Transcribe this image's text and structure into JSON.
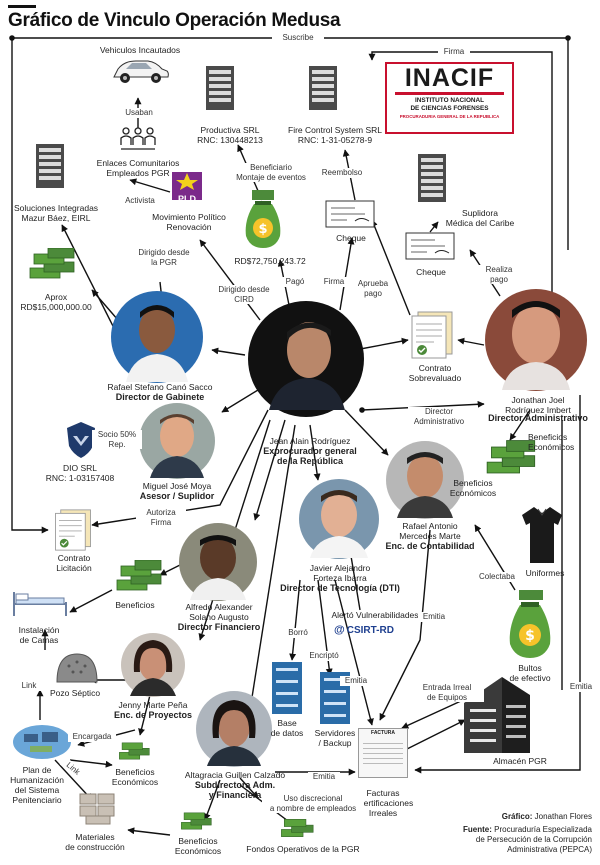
{
  "title": "Gráfico de Vinculo Operación Medusa",
  "edge_labels": {
    "suscribe": "Suscribe",
    "firma_top": "Firma",
    "usaban": "Usaban",
    "beneficiario": "Beneficiario\nMontaje de eventos",
    "reembolso": "Reembolso",
    "activista": "Activista",
    "dirigido_pgr": "Dirigido desde\nla PGR",
    "dirigido_cird": "Dirigido desde\nCIRD",
    "pago": "Pagó",
    "firma_mid": "Firma",
    "aprueba_pago": "Aprueba\npago",
    "realiza_pago": "Realiza\npago",
    "director_admin": "Director\nAdministrativo",
    "socio": "Socio 50%\nRep.",
    "autoriza_firma": "Autoriza\nFirma",
    "colectaba": "Colectaba",
    "emitia_right": "Emitia",
    "emitia_far": "Emitia",
    "emitia_mid": "Emitia",
    "emitia_bottom": "Emitia",
    "borro": "Borró",
    "encripto": "Encriptó",
    "entrada_irreal": "Entrada Irreal\nde Equipos",
    "link_top": "Link",
    "link_bottom": "Link",
    "encargada": "Encargada",
    "uso_discrecional": "Uso discrecional\na nombre de empleados"
  },
  "nodes": {
    "vehiculos": "Vehiculos Incautados",
    "enlaces": "Enlaces Comunitarios\nEmpleados PGR",
    "productiva": "Productiva SRL\nRNC: 130448213",
    "firecontrol": "Fire Control System SRL\nRNC: 1-31-05278-9",
    "inacif_brand": "INACIF",
    "inacif_line1": "INSTITUTO NACIONAL",
    "inacif_line2": "DE CIENCIAS FORENSES",
    "inacif_line3": "PROCURADURIA GENERAL DE LA REPUBLICA",
    "soluciones": "Soluciones Integradas\nMazur Báez, EIRL",
    "pld_logo": "PLD",
    "movimiento": "Movimiento Político\nRenovación",
    "monto": "RD$72,750,243.72",
    "cheque1": "Cheque",
    "suplidora": "Suplidora\nMédica del Caribe",
    "cheque2": "Cheque",
    "aprox": "Aprox\nRD$15,000,000.00",
    "rafael_name": "Rafael Stefano Canó Sacco",
    "rafael_role": "Director de Gabinete",
    "contrato_sobre": "Contrato\nSobrevaluado",
    "jonathan_name": "Jonathan Joel\nRodríguez Imbert",
    "jonathan_role": "Director Administrativo",
    "beneficios_right": "Beneficios\nEconómicos",
    "jean_name": "Jean Alain Rodríguez",
    "jean_role": "Exprocurador general\nde la República",
    "dio_srl": "DIO SRL\nRNC: 1-03157408",
    "miguel_name": "Miguel José Moya",
    "miguel_role": "Asesor / Suplidor",
    "rafael2_name": "Rafael Antonio\nMercedes Marte",
    "rafael2_role": "Enc. de Contabilidad",
    "beneficios_rafael2": "Beneficios\nEconómicos",
    "uniformes": "Uniformes",
    "contrato_lic": "Contrato\nLicitación",
    "alfredo_name": "Alfredo Alexander\nSolano Augusto",
    "alfredo_role": "Director Financiero",
    "beneficios_alfredo": "Beneficios",
    "javier_name": "Javier Alejandro\nForteza Ibarra",
    "javier_role": "Director de Tecnología (DTI)",
    "alerto": "Alertó Vulnerabilidades",
    "csirt": "CSIRT-RD",
    "instalacion": "Instalación\nde Camas",
    "bultos": "Bultos\nde efectivo",
    "jenny_name": "Jenny Marte Peña",
    "jenny_role": "Enc. de Proyectos",
    "pozo": "Pozo Séptico",
    "base_datos": "Base\nde datos",
    "servidores": "Servidores\n/ Backup",
    "almacen": "Almacén PGR",
    "altagracia_name": "Altagracia Guillen Calzado",
    "altagracia_role": "Subdirectora Adm.\ny Financiera",
    "plan": "Plan de\nHumanización\ndel Sistema\nPenitenciario",
    "beneficios_jenny": "Beneficios\nEconómicos",
    "facturas": "Facturas\n/ Certificaciones\nIrreales",
    "factura_doc": "FACTURA",
    "materiales": "Materiales\nde construcción",
    "beneficios_bottom": "Beneficios\nEconómicos",
    "fondos": "Fondos Operativos de la PGR"
  },
  "credits": {
    "grafico_label": "Gráfico:",
    "grafico_value": "Jonathan Flores",
    "fuente_label": "Fuente:",
    "fuente_value": "Procuraduría Especializada\nde Persecución de la Corrupción\nAdministrativa (PEPCA)"
  },
  "colors": {
    "money": "#4c8a3a",
    "money_dark": "#2f6124",
    "bag": "#5aa23c",
    "pld": "#7b2a8a",
    "pld_star": "#f2d21b",
    "inacif_red": "#c8102e",
    "csirt_blue": "#1e3f8f",
    "skin": "#c79a7a"
  }
}
